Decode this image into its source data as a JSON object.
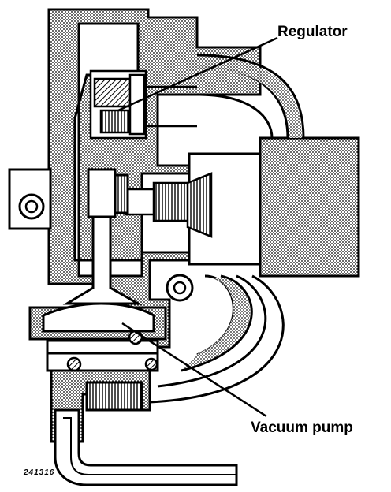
{
  "labels": {
    "regulator": "Regulator",
    "vacuum_pump": "Vacuum pump",
    "figure_ref": "241316"
  },
  "colors": {
    "ink": "#000000",
    "paper": "#ffffff",
    "hatch": "#8a8a8a"
  }
}
